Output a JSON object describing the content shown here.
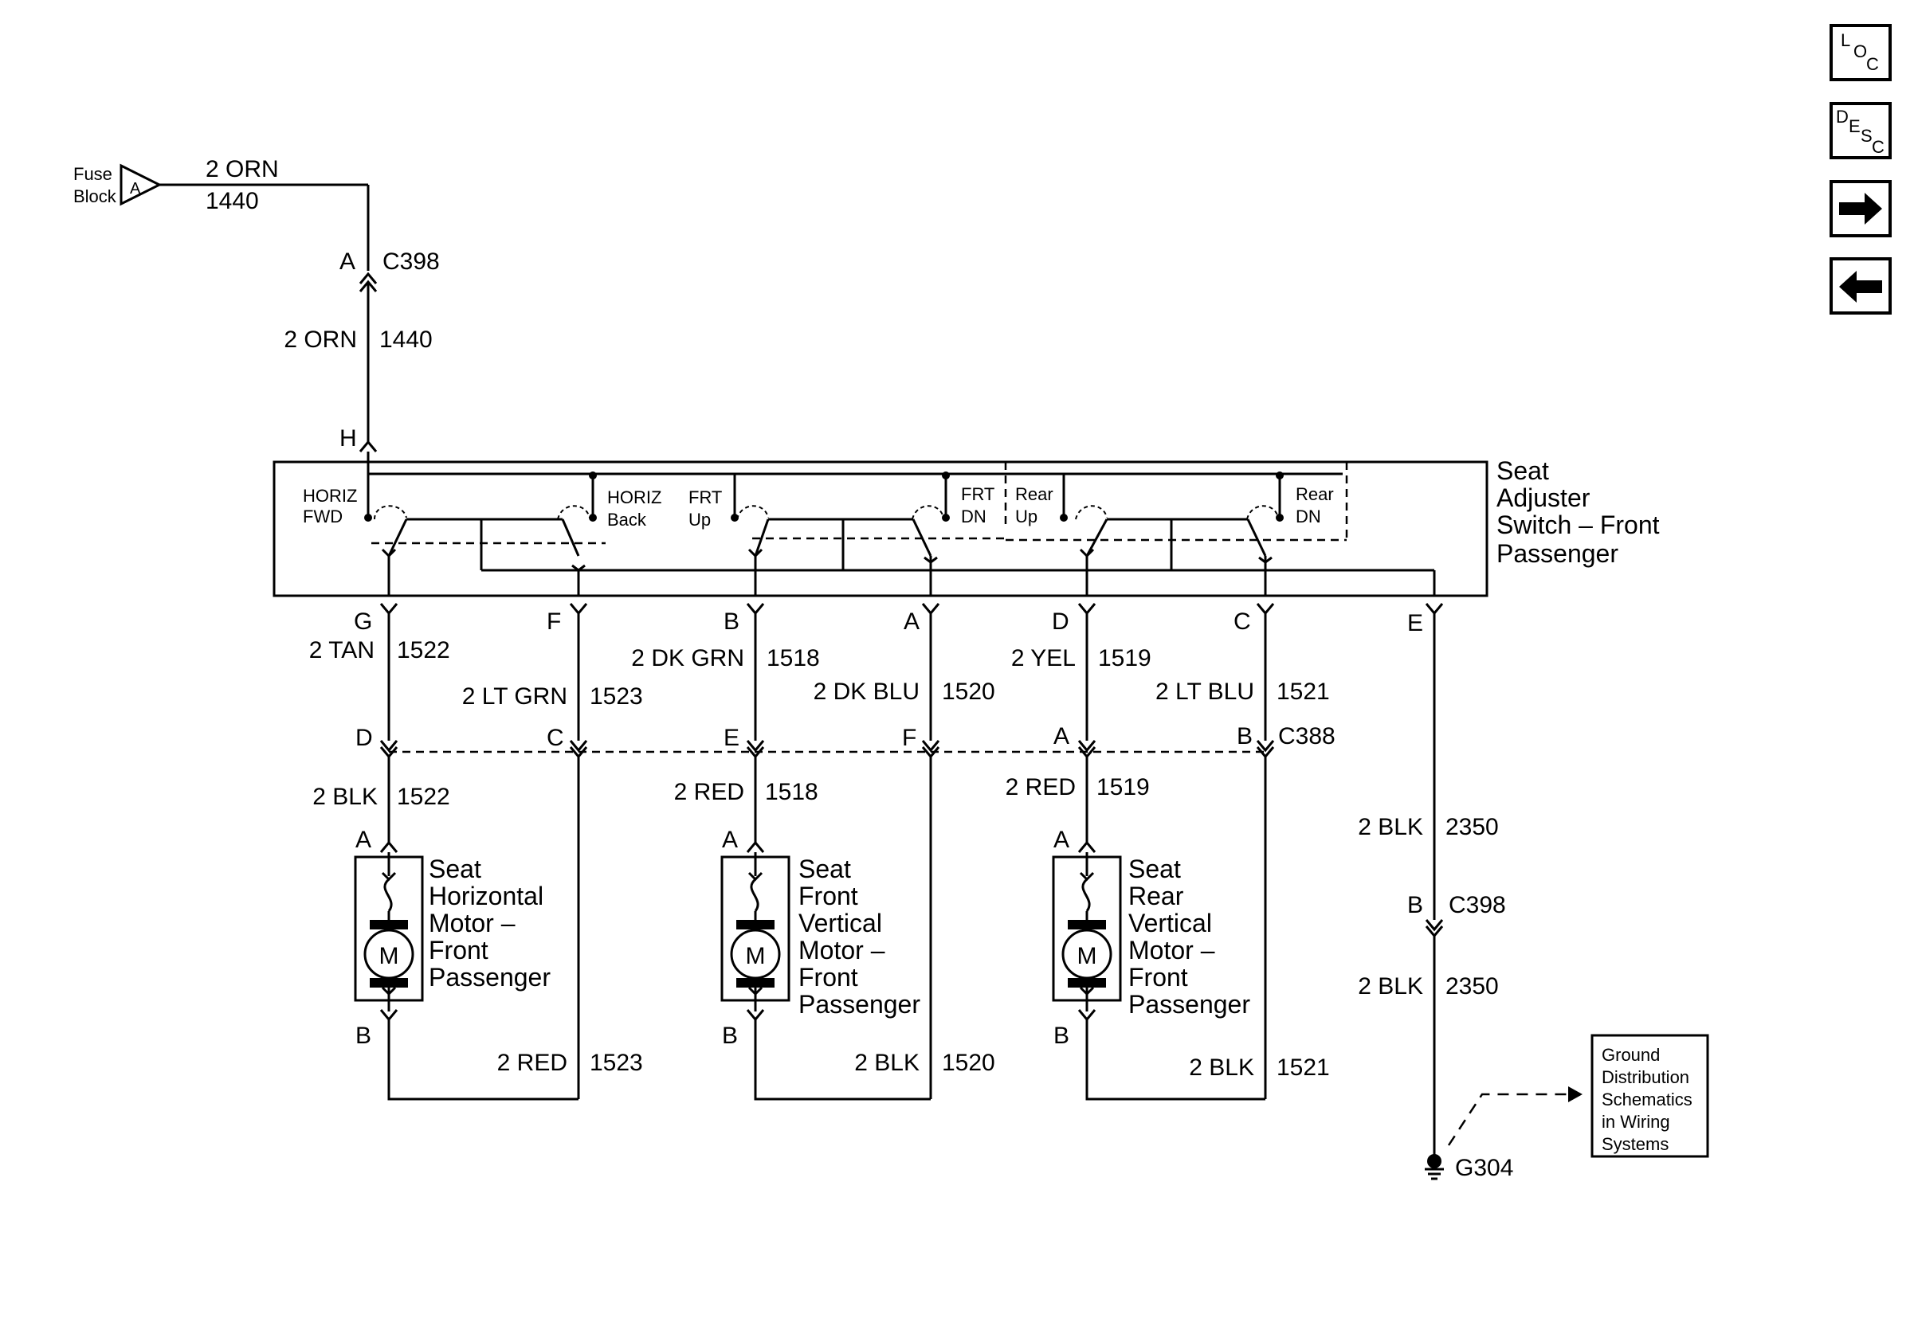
{
  "nav": {
    "loc": {
      "l1": "L",
      "l2": "O",
      "l3": "C"
    },
    "desc": {
      "l1": "D",
      "l2": "E",
      "l3": "S",
      "l4": "C"
    },
    "next_icon": "arrow-right-icon",
    "prev_icon": "arrow-left-icon"
  },
  "fuse": {
    "line1": "Fuse",
    "line2": "Block",
    "pin": "A"
  },
  "top_wire": {
    "gauge": "2 ORN",
    "circuit": "1440"
  },
  "c398_top": {
    "pin": "A",
    "connector": "C398"
  },
  "mid_wire": {
    "gauge": "2 ORN",
    "circuit": "1440"
  },
  "pin_h": "H",
  "switch": {
    "title1": "Seat",
    "title2": "Adjuster",
    "title3": "Switch – Front",
    "title4": "Passenger",
    "horiz_fwd1": "HORIZ",
    "horiz_fwd2": "FWD",
    "horiz_back1": "HORIZ",
    "horiz_back2": "Back",
    "frt_up1": "FRT",
    "frt_up2": "Up",
    "frt_dn1": "FRT",
    "frt_dn2": "DN",
    "rear_up1": "Rear",
    "rear_up2": "Up",
    "rear_dn1": "Rear",
    "rear_dn2": "DN"
  },
  "switch_pins": {
    "g": "G",
    "f": "F",
    "b": "B",
    "a": "A",
    "d": "D",
    "c": "C",
    "e": "E"
  },
  "wires_upper": {
    "w1522": {
      "gauge": "2 TAN",
      "circuit": "1522"
    },
    "w1523": {
      "gauge": "2 LT GRN",
      "circuit": "1523"
    },
    "w1518": {
      "gauge": "2 DK GRN",
      "circuit": "1518"
    },
    "w1520": {
      "gauge": "2 DK BLU",
      "circuit": "1520"
    },
    "w1519": {
      "gauge": "2 YEL",
      "circuit": "1519"
    },
    "w1521": {
      "gauge": "2 LT BLU",
      "circuit": "1521"
    }
  },
  "c388": {
    "d": "D",
    "c": "C",
    "e": "E",
    "f": "F",
    "a": "A",
    "b": "B",
    "connector": "C388"
  },
  "wires_lower": {
    "w1522": {
      "gauge": "2 BLK",
      "circuit": "1522"
    },
    "w1518": {
      "gauge": "2 RED",
      "circuit": "1518"
    },
    "w1519": {
      "gauge": "2 RED",
      "circuit": "1519"
    }
  },
  "motors": {
    "horizontal": {
      "pin_top": "A",
      "pin_bottom": "B",
      "symbol": "M",
      "l1": "Seat",
      "l2": "Horizontal",
      "l3": "Motor –",
      "l4": "Front",
      "l5": "Passenger"
    },
    "front_vertical": {
      "pin_top": "A",
      "pin_bottom": "B",
      "symbol": "M",
      "l1": "Seat",
      "l2": "Front",
      "l3": "Vertical",
      "l4": "Motor –",
      "l5": "Front",
      "l6": "Passenger"
    },
    "rear_vertical": {
      "pin_top": "A",
      "pin_bottom": "B",
      "symbol": "M",
      "l1": "Seat",
      "l2": "Rear",
      "l3": "Vertical",
      "l4": "Motor –",
      "l5": "Front",
      "l6": "Passenger"
    }
  },
  "return_wires": {
    "w1523": {
      "gauge": "2 RED",
      "circuit": "1523"
    },
    "w1520": {
      "gauge": "2 BLK",
      "circuit": "1520"
    },
    "w1521": {
      "gauge": "2 BLK",
      "circuit": "1521"
    }
  },
  "ground_path": {
    "upper": {
      "gauge": "2 BLK",
      "circuit": "2350"
    },
    "c398": {
      "pin": "B",
      "connector": "C398"
    },
    "lower": {
      "gauge": "2 BLK",
      "circuit": "2350"
    },
    "ground": "G304"
  },
  "ground_ref": {
    "l1": "Ground",
    "l2": "Distribution",
    "l3": "Schematics",
    "l4": "in Wiring",
    "l5": "Systems"
  }
}
